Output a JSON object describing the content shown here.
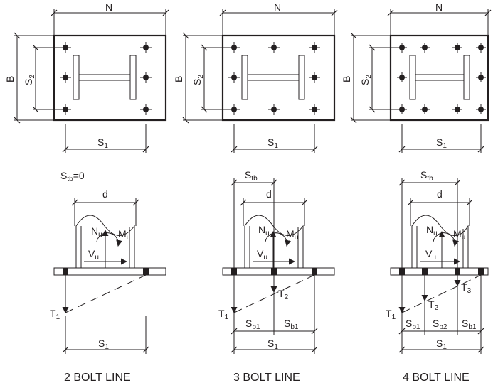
{
  "panels": [
    {
      "caption": "2 BOLT LINE",
      "plan": {
        "n": "N",
        "b": "B",
        "s2": "S",
        "s2_sub": "2",
        "s1": "S",
        "s1_sub": "1"
      },
      "elev": {
        "stb_text": "S",
        "stb_sub": "tb",
        "stb_value": "=0",
        "d": "d",
        "nu": "N",
        "nu_sub": "u",
        "mu": "M",
        "mu_sub": "u",
        "vu": "V",
        "vu_sub": "u",
        "t1": "T",
        "t1_sub": "1",
        "s1": "S",
        "s1_sub": "1"
      }
    },
    {
      "caption": "3 BOLT LINE",
      "plan": {
        "n": "N",
        "b": "B",
        "s2": "S",
        "s2_sub": "2",
        "s1": "S",
        "s1_sub": "1"
      },
      "elev": {
        "stb_text": "S",
        "stb_sub": "tb",
        "d": "d",
        "nu": "N",
        "nu_sub": "u",
        "mu": "M",
        "mu_sub": "u",
        "vu": "V",
        "vu_sub": "u",
        "t1": "T",
        "t1_sub": "1",
        "t2": "T",
        "t2_sub": "2",
        "sb1a": "S",
        "sb1a_sub": "b1",
        "sb1b": "S",
        "sb1b_sub": "b1",
        "s1": "S",
        "s1_sub": "1"
      }
    },
    {
      "caption": "4 BOLT LINE",
      "plan": {
        "n": "N",
        "b": "B",
        "s2": "S",
        "s2_sub": "2",
        "s1": "S",
        "s1_sub": "1"
      },
      "elev": {
        "stb_text": "S",
        "stb_sub": "tb",
        "d": "d",
        "nu": "N",
        "nu_sub": "u",
        "mu": "M",
        "mu_sub": "u",
        "vu": "V",
        "vu_sub": "u",
        "t1": "T",
        "t1_sub": "1",
        "t2": "T",
        "t2_sub": "2",
        "t3": "T",
        "t3_sub": "3",
        "sb1a": "S",
        "sb1a_sub": "b1",
        "sb2": "S",
        "sb2_sub": "b2",
        "sb1b": "S",
        "sb1b_sub": "b1",
        "s1": "S",
        "s1_sub": "1"
      }
    }
  ]
}
